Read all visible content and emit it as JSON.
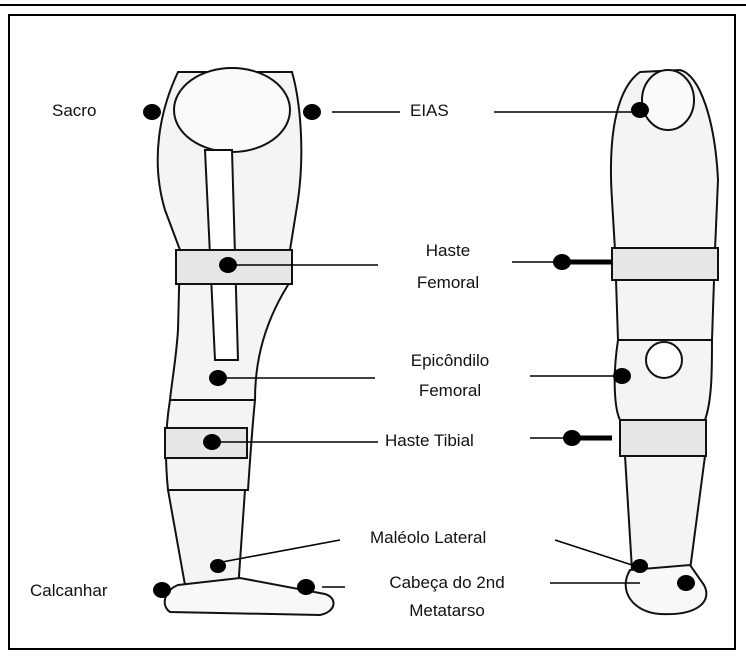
{
  "labels": {
    "sacro": "Sacro",
    "eias": "EIAS",
    "haste_femoral_1": "Haste",
    "haste_femoral_2": "Femoral",
    "epicondilo_1": "Epicôndilo",
    "epicondilo_2": "Femoral",
    "haste_tibial": "Haste Tibial",
    "maleolo": "Maléolo Lateral",
    "calcanhar": "Calcanhar",
    "cabeca_1": "Cabeça do 2nd",
    "cabeca_2": "Metatarso"
  },
  "colors": {
    "marker": "#000000",
    "line": "#000000",
    "outline": "#111111"
  }
}
